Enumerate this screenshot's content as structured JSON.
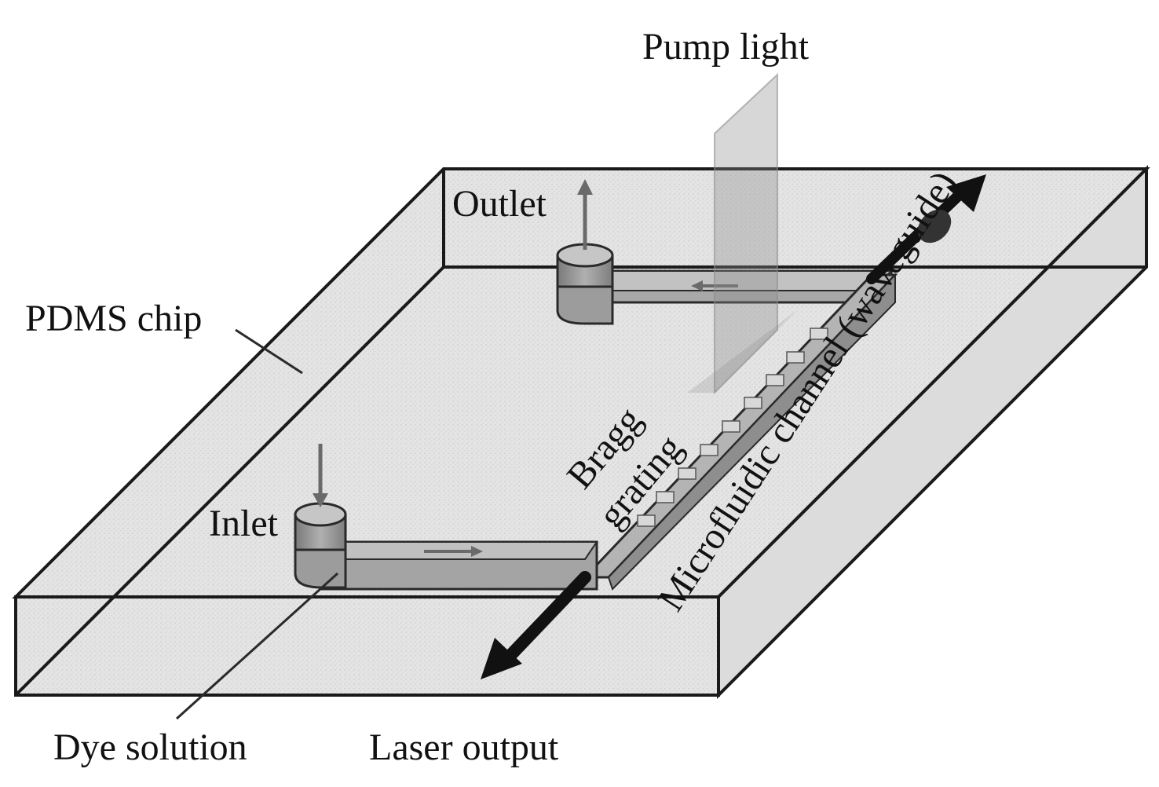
{
  "labels": {
    "pump_light": "Pump light",
    "outlet": "Outlet",
    "pdms_chip": "PDMS chip",
    "bragg": "Bragg",
    "grating": "grating",
    "microfluidic_channel": "Microfluidic channel (waveguide)",
    "inlet": "Inlet",
    "dye_solution": "Dye solution",
    "laser_output": "Laser output"
  },
  "colors": {
    "chip_face": "#e6e6e6",
    "chip_side": "#dcdcdc",
    "outline": "#1a1a1a",
    "channel": "#9a9a9a",
    "pump_sheet": "#8c8c8c",
    "laser_arrow": "#111111"
  }
}
